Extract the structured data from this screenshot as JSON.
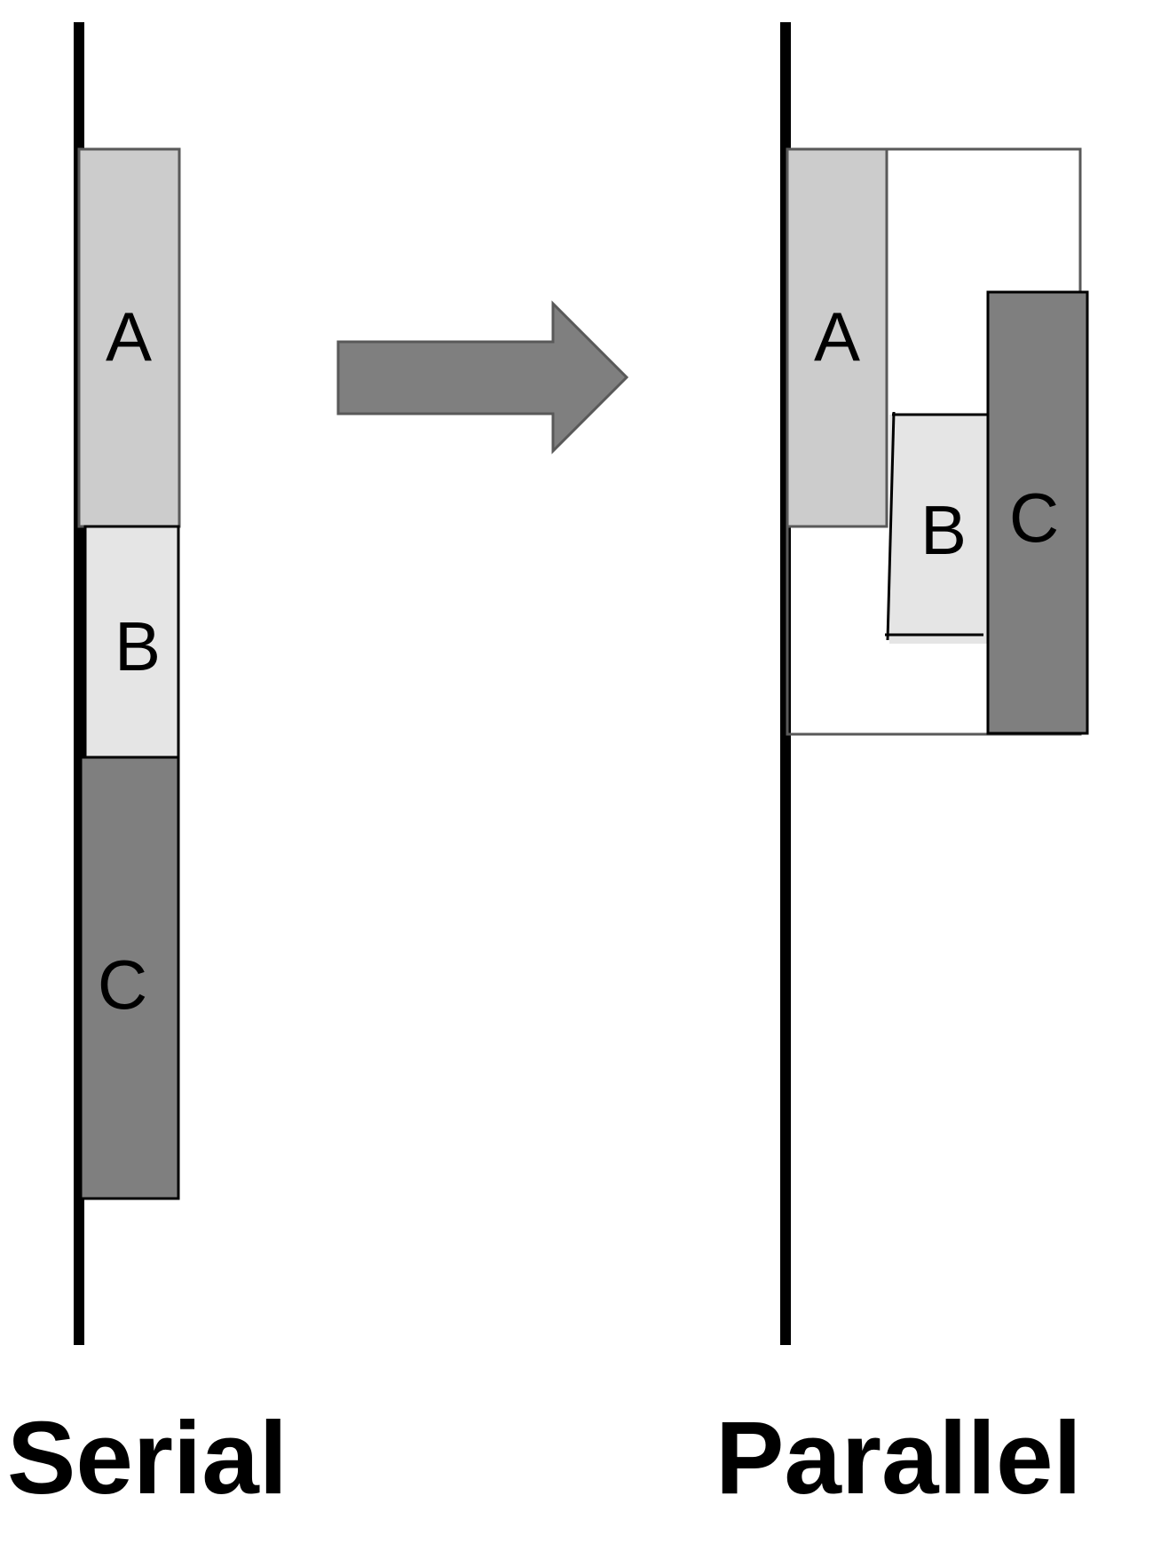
{
  "colors": {
    "task_a": "#cccccc",
    "task_b": "#e5e5e5",
    "task_c": "#7f7f7f",
    "arrow": "#7f7f7f",
    "timeline": "#000000"
  },
  "serial": {
    "label": "Serial",
    "tasks": [
      {
        "name": "A"
      },
      {
        "name": "B"
      },
      {
        "name": "C"
      }
    ]
  },
  "parallel": {
    "label": "Parallel",
    "tasks": [
      {
        "name": "A"
      },
      {
        "name": "B"
      },
      {
        "name": "C"
      }
    ]
  },
  "arrow_icon": "right-arrow-icon"
}
